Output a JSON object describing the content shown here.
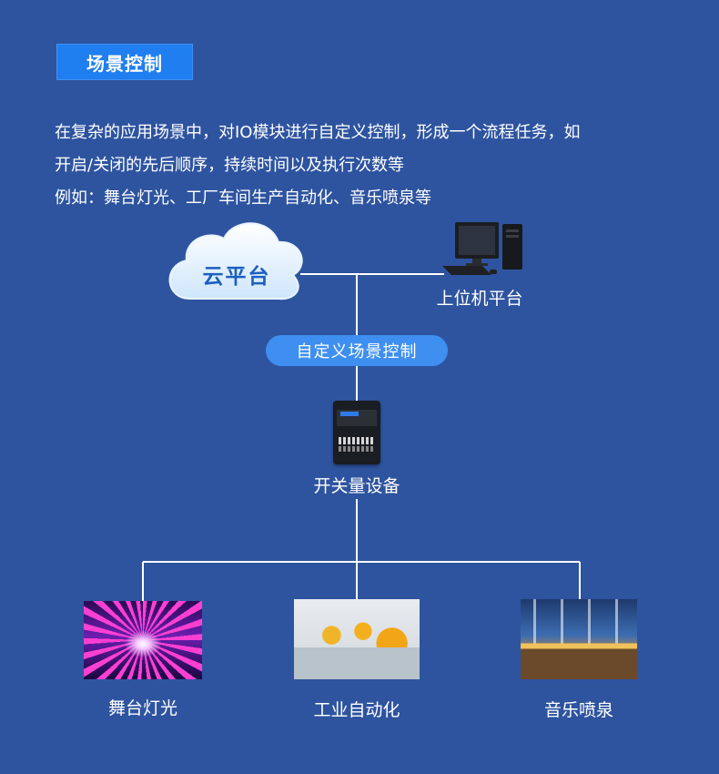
{
  "header": {
    "title": "场景控制"
  },
  "description": {
    "lines": [
      "在复杂的应用场景中，对IO模块进行自定义控制，形成一个流程任务，如",
      "开启/关闭的先后顺序，持续时间以及执行次数等",
      "例如：舞台灯光、工厂车间生产自动化、音乐喷泉等"
    ]
  },
  "diagram": {
    "cloud_label": "云平台",
    "pc_label": "上位机平台",
    "control_label": "自定义场景控制",
    "device_label": "开关量设备",
    "scenarios": [
      {
        "label": "舞台灯光"
      },
      {
        "label": "工业自动化"
      },
      {
        "label": "音乐喷泉"
      }
    ]
  },
  "colors": {
    "background": "#2e54a0",
    "title_tag": "#1f7ef0",
    "pill": "#3e8ff0",
    "cloud_text": "#1c5fc0"
  },
  "icons": [
    "cloud-icon",
    "desktop-computer-icon",
    "io-module-device-icon"
  ]
}
